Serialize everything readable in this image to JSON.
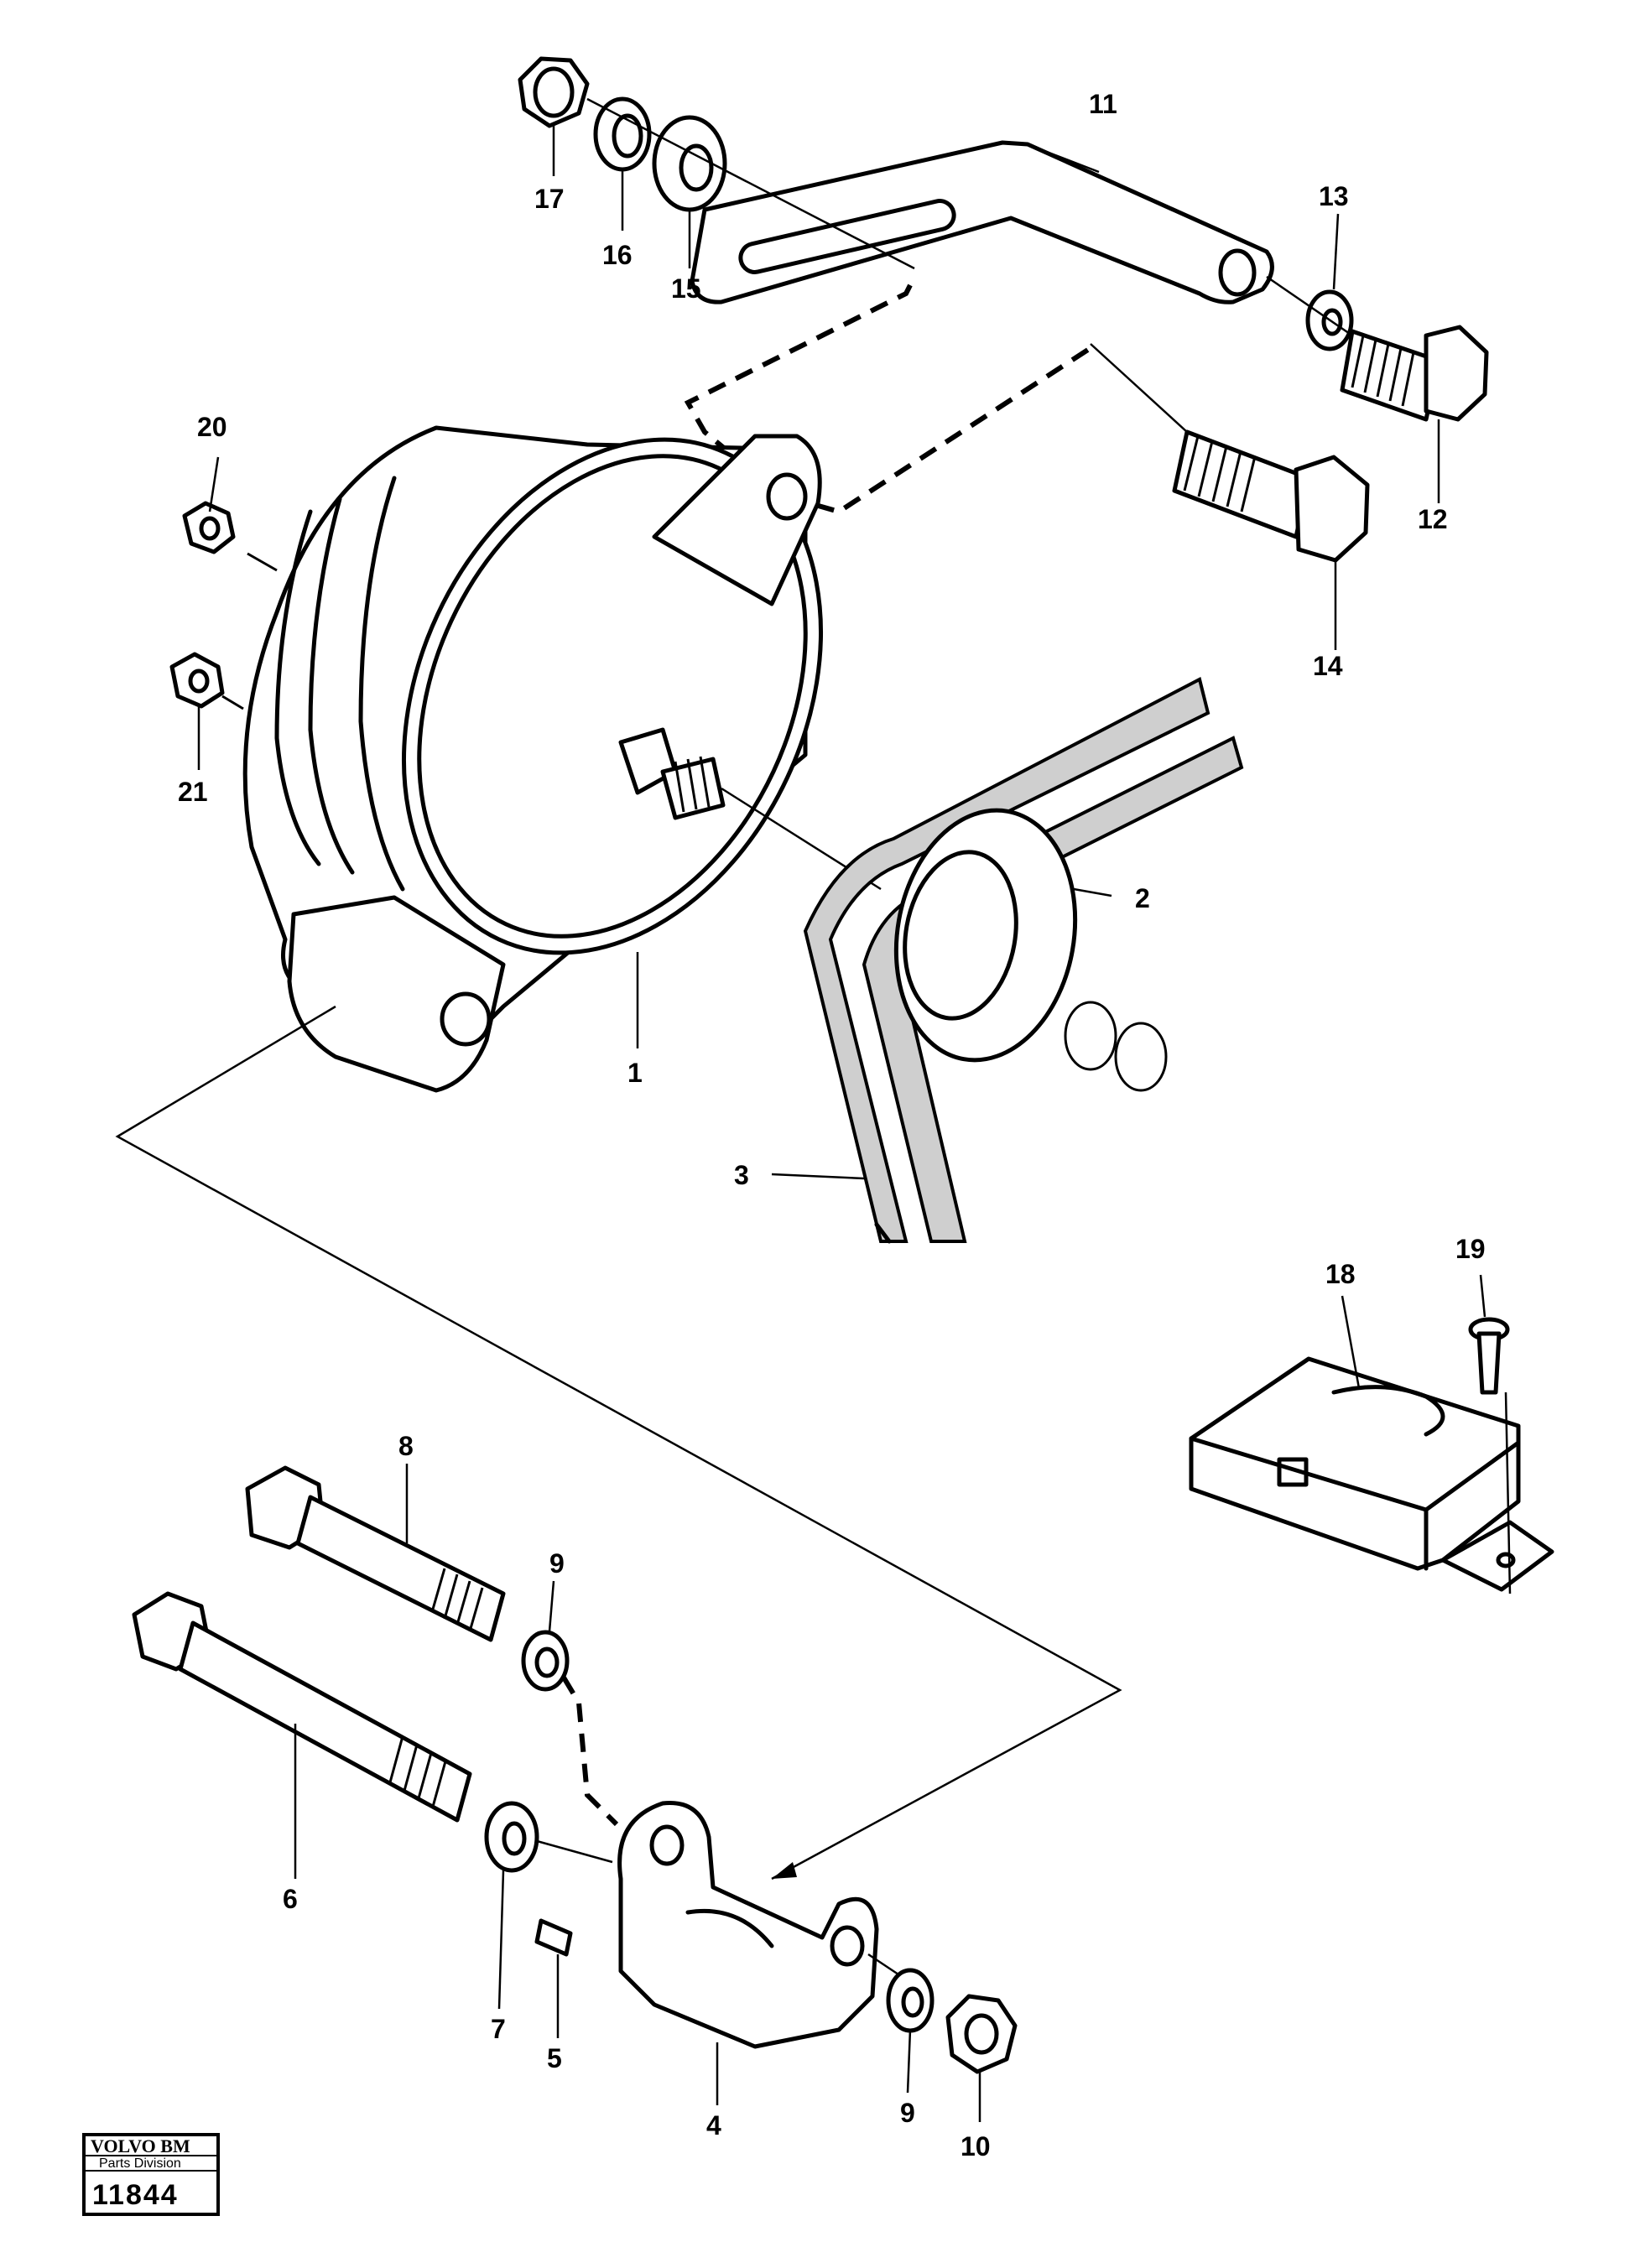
{
  "diagram": {
    "callouts": [
      {
        "id": "1",
        "text": "1"
      },
      {
        "id": "2",
        "text": "2"
      },
      {
        "id": "3",
        "text": "3"
      },
      {
        "id": "4",
        "text": "4"
      },
      {
        "id": "5",
        "text": "5"
      },
      {
        "id": "6",
        "text": "6"
      },
      {
        "id": "7",
        "text": "7"
      },
      {
        "id": "8",
        "text": "8"
      },
      {
        "id": "9a",
        "text": "9"
      },
      {
        "id": "9b",
        "text": "9"
      },
      {
        "id": "10",
        "text": "10"
      },
      {
        "id": "11",
        "text": "11"
      },
      {
        "id": "12",
        "text": "12"
      },
      {
        "id": "13",
        "text": "13"
      },
      {
        "id": "14",
        "text": "14"
      },
      {
        "id": "15",
        "text": "15"
      },
      {
        "id": "16",
        "text": "16"
      },
      {
        "id": "17",
        "text": "17"
      },
      {
        "id": "18",
        "text": "18"
      },
      {
        "id": "19",
        "text": "19"
      },
      {
        "id": "20",
        "text": "20"
      },
      {
        "id": "21",
        "text": "21"
      }
    ]
  },
  "stamp": {
    "brand": "VOLVO BM",
    "division": "Parts Division",
    "number": "11844"
  }
}
